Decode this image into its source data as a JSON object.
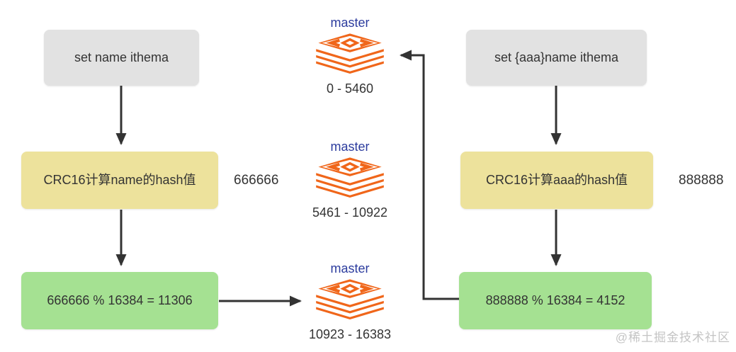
{
  "palette": {
    "box_gray": "#e2e2e2",
    "box_yellow": "#ede29c",
    "box_green": "#a5e192",
    "arrow": "#333333",
    "redis_orange": "#f0661a",
    "master_blue": "#2c3c9e",
    "watermark_gray": "#c4c4c4"
  },
  "left_flow": {
    "command": "set name ithema",
    "hash_step": "CRC16计算name的hash值",
    "hash_value": "666666",
    "mod_step": "666666 % 16384 = 11306"
  },
  "right_flow": {
    "command": "set {aaa}name ithema",
    "hash_step": "CRC16计算aaa的hash值",
    "hash_value": "888888",
    "mod_step": "888888 % 16384 = 4152"
  },
  "masters": [
    {
      "label": "master",
      "slots": "0 - 5460"
    },
    {
      "label": "master",
      "slots": "5461 - 10922"
    },
    {
      "label": "master",
      "slots": "10923 - 16383"
    }
  ],
  "watermark": "@稀土掘金技术社区"
}
